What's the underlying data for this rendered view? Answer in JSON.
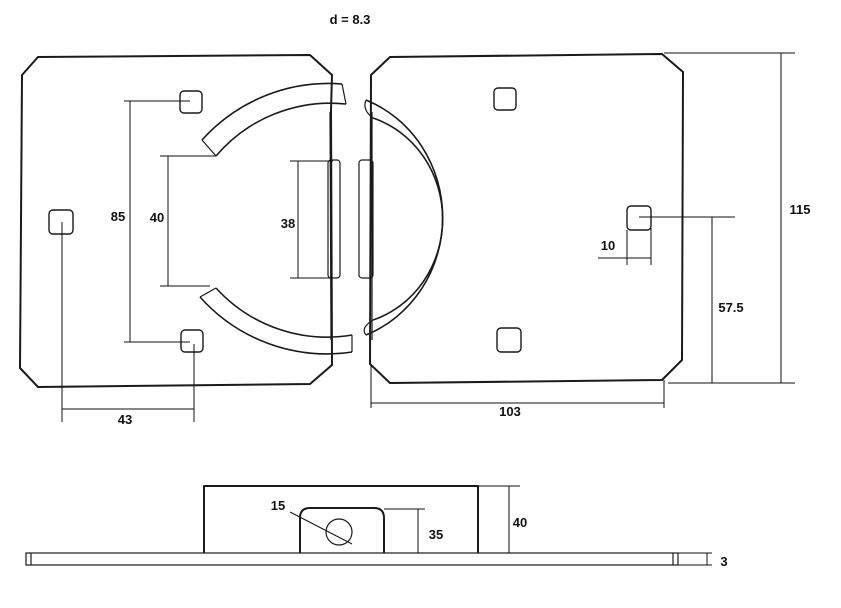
{
  "header": {
    "diameter_label": "d = 8.3"
  },
  "dimensions": {
    "left_plate_hole_spacing": "85",
    "left_plate_arc_opening": "40",
    "slot_height": "38",
    "left_plate_hole_offset": "43",
    "right_plate_width": "103",
    "right_plate_height": "115",
    "right_plate_hole_height": "57.5",
    "right_plate_hole_inset": "10",
    "side_hole_diameter": "15",
    "side_loop_height": "35",
    "side_housing_height": "40",
    "base_thickness": "3"
  }
}
